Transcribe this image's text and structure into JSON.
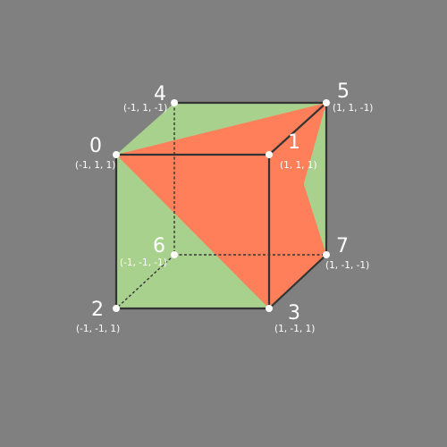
{
  "colors": {
    "background": "#808080",
    "cube_face": "#a9d18e",
    "triangle": "#ff7f5a",
    "edge": "#333333",
    "label": "#ffffff"
  },
  "vertices": [
    {
      "id": "0",
      "coord": "(-1, 1, 1)"
    },
    {
      "id": "1",
      "coord": "(1, 1, 1)"
    },
    {
      "id": "2",
      "coord": "(-1, -1, 1)"
    },
    {
      "id": "3",
      "coord": "(1, -1, 1)"
    },
    {
      "id": "4",
      "coord": "(-1, 1, -1)"
    },
    {
      "id": "5",
      "coord": "(1, 1, -1)"
    },
    {
      "id": "6",
      "coord": "(-1, -1, -1)"
    },
    {
      "id": "7",
      "coord": "(1, -1, -1)"
    }
  ],
  "highlighted_triangles": [
    [
      "0",
      "5",
      "3"
    ],
    [
      "1",
      "5",
      "3"
    ]
  ]
}
